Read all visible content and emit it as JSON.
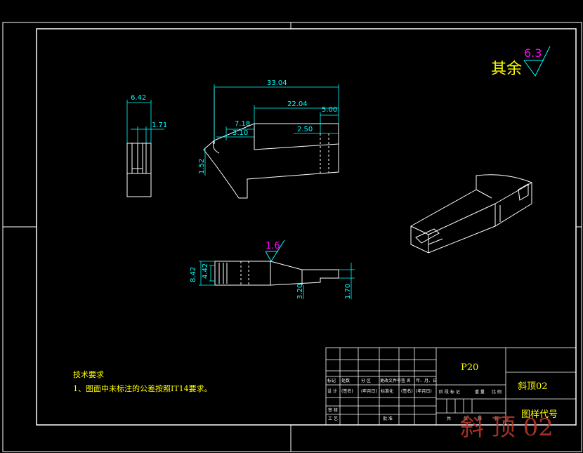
{
  "roughness": {
    "other_label": "其余",
    "other_value": "6.3",
    "section_value": "1.6"
  },
  "dimensions": {
    "front_width": "33.04",
    "front_22": "22.04",
    "front_5": "5.00",
    "front_718": "7.18",
    "front_310": "3.10",
    "front_250": "2.50",
    "front_152": "1.52",
    "side_width": "6.42",
    "side_171": "1.71",
    "top_842": "8.42",
    "top_442": "4.42",
    "top_320": "3.20",
    "top_170": "1.70"
  },
  "notes": {
    "title": "技术要求",
    "line1": "1、图面中未标注的公差按照IT14要求。"
  },
  "title_block": {
    "material": "P20",
    "part_name": "斜顶02",
    "drawing_code_label": "图样代号",
    "headers_row1": [
      "标记",
      "处数",
      "分 区",
      "更改文件号",
      "签 名",
      "年、月、日"
    ],
    "headers_row2": [
      "设 计",
      "(签名)",
      "(年月日)",
      "标准化",
      "(签名)",
      "(年月日)"
    ],
    "left_labels": [
      "审 核",
      "工 艺"
    ],
    "approve": "批 准",
    "stage_labels": [
      "阶 段 标 记",
      "重 量",
      "比 例"
    ],
    "sheet_labels": [
      "共",
      "张",
      "第",
      "张"
    ]
  },
  "watermark": "斜 顶 02"
}
